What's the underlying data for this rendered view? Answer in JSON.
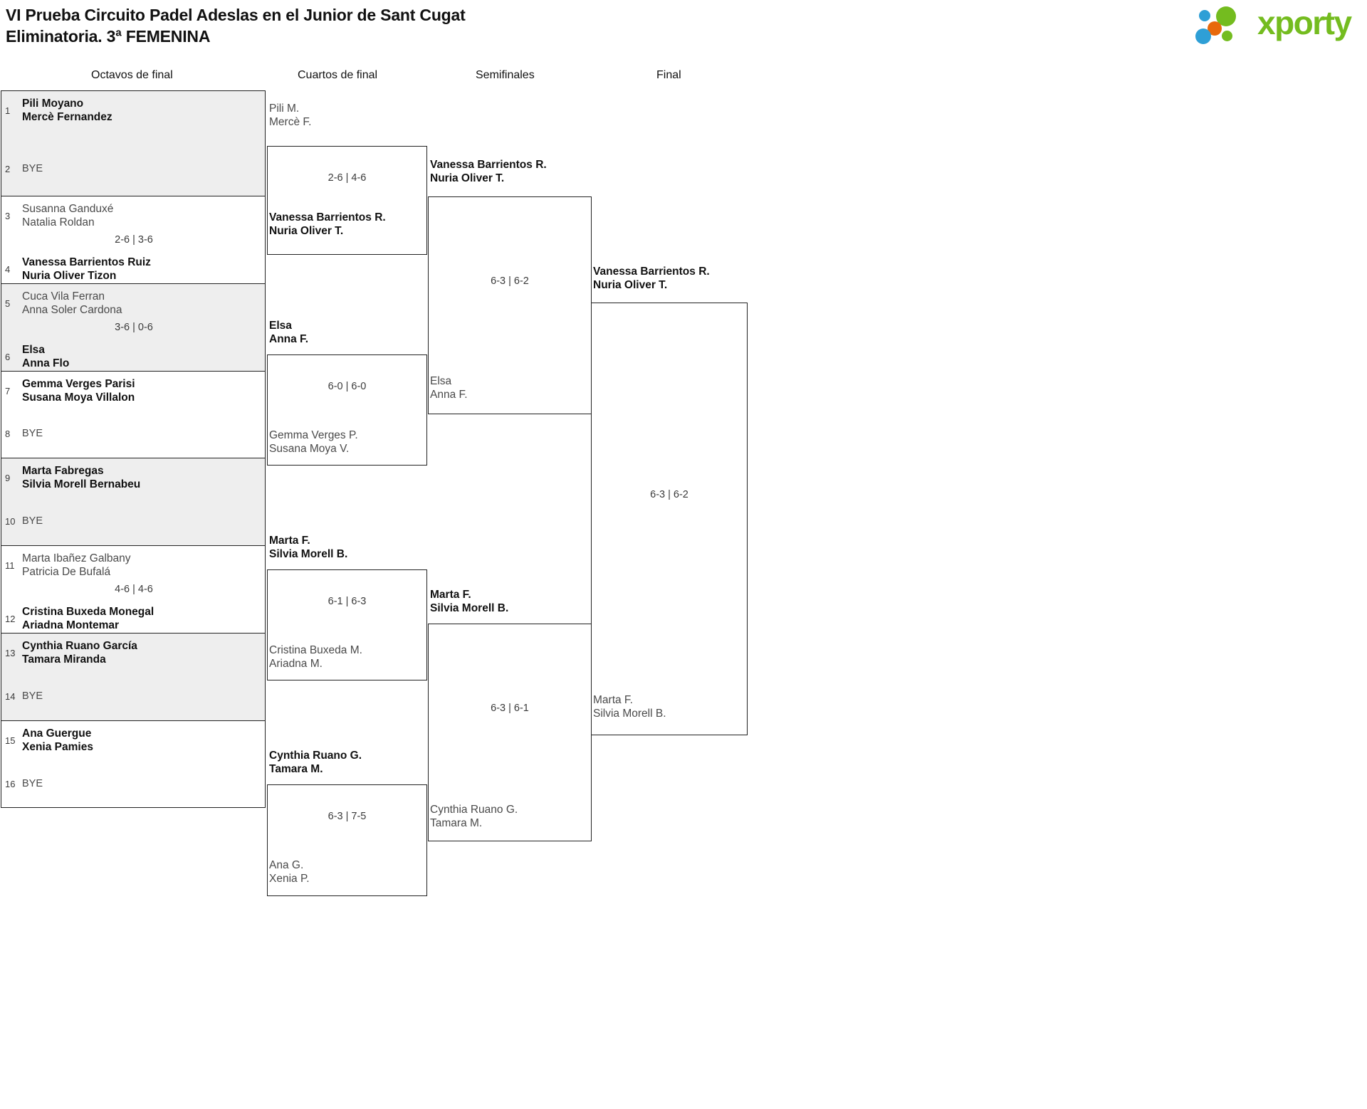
{
  "header": {
    "title_line1": "VI Prueba Circuito Padel Adeslas en el Junior de Sant Cugat",
    "title_line2": "Eliminatoria. 3ª FEMENINA",
    "logo_text": "xporty",
    "logo_color": "#74bc1f",
    "logo_dot_blue": "#2e9fd6",
    "logo_dot_orange": "#e8690b",
    "logo_dot_green": "#74bc1f"
  },
  "rounds": [
    {
      "id": "octavos",
      "label": "Octavos de final"
    },
    {
      "id": "cuartos",
      "label": "Cuartos de final"
    },
    {
      "id": "semifinales",
      "label": "Semifinales"
    },
    {
      "id": "final",
      "label": "Final"
    }
  ],
  "round1": {
    "matches": [
      {
        "top": {
          "seed": "1",
          "p1": "Pili Moyano",
          "p2": "Mercè Fernandez",
          "bye": false,
          "winner": true
        },
        "bottom": {
          "seed": "2",
          "p1": "BYE",
          "p2": "",
          "bye": true,
          "winner": false
        },
        "score": ""
      },
      {
        "top": {
          "seed": "3",
          "p1": "Susanna Ganduxé",
          "p2": "Natalia Roldan",
          "bye": false,
          "winner": false
        },
        "bottom": {
          "seed": "4",
          "p1": "Vanessa Barrientos Ruiz",
          "p2": "Nuria Oliver Tizon",
          "bye": false,
          "winner": true
        },
        "score": "2-6 | 3-6"
      },
      {
        "top": {
          "seed": "5",
          "p1": "Cuca Vila Ferran",
          "p2": "Anna Soler Cardona",
          "bye": false,
          "winner": false
        },
        "bottom": {
          "seed": "6",
          "p1": "Elsa",
          "p2": "Anna Flo",
          "bye": false,
          "winner": true
        },
        "score": "3-6 | 0-6"
      },
      {
        "top": {
          "seed": "7",
          "p1": "Gemma Verges Parisi",
          "p2": "Susana Moya Villalon",
          "bye": false,
          "winner": true
        },
        "bottom": {
          "seed": "8",
          "p1": "BYE",
          "p2": "",
          "bye": true,
          "winner": false
        },
        "score": ""
      },
      {
        "top": {
          "seed": "9",
          "p1": "Marta Fabregas",
          "p2": "Silvia Morell Bernabeu",
          "bye": false,
          "winner": true
        },
        "bottom": {
          "seed": "10",
          "p1": "BYE",
          "p2": "",
          "bye": true,
          "winner": false
        },
        "score": ""
      },
      {
        "top": {
          "seed": "11",
          "p1": "Marta Ibañez Galbany",
          "p2": "Patricia De Bufalá",
          "bye": false,
          "winner": false
        },
        "bottom": {
          "seed": "12",
          "p1": "Cristina Buxeda Monegal",
          "p2": "Ariadna Montemar",
          "bye": false,
          "winner": true
        },
        "score": "4-6 | 4-6"
      },
      {
        "top": {
          "seed": "13",
          "p1": "Cynthia Ruano García",
          "p2": "Tamara Miranda",
          "bye": false,
          "winner": true
        },
        "bottom": {
          "seed": "14",
          "p1": "BYE",
          "p2": "",
          "bye": true,
          "winner": false
        },
        "score": ""
      },
      {
        "top": {
          "seed": "15",
          "p1": "Ana Guergue",
          "p2": "Xenia Pamies",
          "bye": false,
          "winner": true
        },
        "bottom": {
          "seed": "16",
          "p1": "BYE",
          "p2": "",
          "bye": true,
          "winner": false
        },
        "score": ""
      }
    ]
  },
  "round2": {
    "matches": [
      {
        "top": {
          "p1": "Pili M.",
          "p2": "Mercè F.",
          "winner": false
        },
        "bottom": {
          "p1": "Vanessa Barrientos R.",
          "p2": "Nuria Oliver T.",
          "winner": true
        },
        "score": "2-6 | 4-6"
      },
      {
        "top": {
          "p1": "Elsa",
          "p2": "Anna F.",
          "winner": true
        },
        "bottom": {
          "p1": "Gemma Verges P.",
          "p2": "Susana Moya V.",
          "winner": false
        },
        "score": "6-0 | 6-0"
      },
      {
        "top": {
          "p1": "Marta F.",
          "p2": "Silvia Morell B.",
          "winner": true
        },
        "bottom": {
          "p1": "Cristina Buxeda M.",
          "p2": "Ariadna M.",
          "winner": false
        },
        "score": "6-1 | 6-3"
      },
      {
        "top": {
          "p1": "Cynthia Ruano G.",
          "p2": "Tamara M.",
          "winner": true
        },
        "bottom": {
          "p1": "Ana G.",
          "p2": "Xenia P.",
          "winner": false
        },
        "score": "6-3 | 7-5"
      }
    ]
  },
  "round3": {
    "matches": [
      {
        "top": {
          "p1": "Vanessa Barrientos R.",
          "p2": "Nuria Oliver T.",
          "winner": true
        },
        "bottom": {
          "p1": "Elsa",
          "p2": "Anna F.",
          "winner": false
        },
        "score": "6-3 | 6-2"
      },
      {
        "top": {
          "p1": "Marta F.",
          "p2": "Silvia Morell B.",
          "winner": true
        },
        "bottom": {
          "p1": "Cynthia Ruano G.",
          "p2": "Tamara M.",
          "winner": false
        },
        "score": "6-3 | 6-1"
      }
    ]
  },
  "round4": {
    "matches": [
      {
        "top": {
          "p1": "Vanessa Barrientos R.",
          "p2": "Nuria Oliver T.",
          "winner": true
        },
        "bottom": {
          "p1": "Marta F.",
          "p2": "Silvia Morell B.",
          "winner": false
        },
        "score": "6-3 | 6-2"
      }
    ]
  }
}
